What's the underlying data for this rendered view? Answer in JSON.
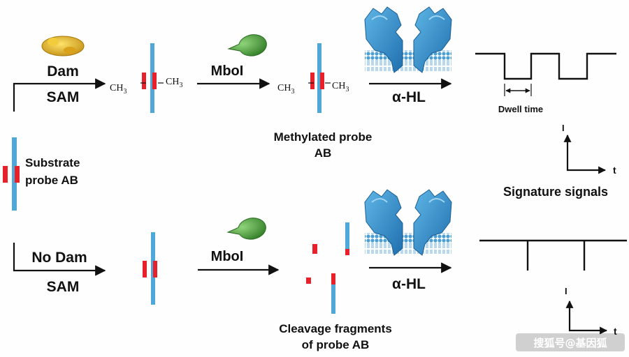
{
  "top": {
    "enzyme": "Dam",
    "cofactor": "SAM",
    "methyl_group": "CH",
    "methyl_subscript": "3",
    "restriction_enzyme": "MboI",
    "product_label_line1": "Methylated probe",
    "product_label_line2": "AB",
    "nanopore": "α-HL",
    "dwell_time": "Dwell time",
    "current_axis": "I",
    "time_axis": "t",
    "signal_title": "Signature signals"
  },
  "substrate": {
    "line1": "Substrate",
    "line2": "probe AB"
  },
  "bottom": {
    "condition": "No Dam",
    "cofactor": "SAM",
    "restriction_enzyme": "MboI",
    "fragments_line1": "Cleavage fragments",
    "fragments_line2": "of probe AB",
    "nanopore": "α-HL",
    "current_axis": "I",
    "time_axis": "t"
  },
  "watermark": "搜狐号@基因狐",
  "colors": {
    "dna_strand": "#4fa8d8",
    "site": "#e8202a",
    "protein": "#2f8fcf",
    "membrane": "#5aa9d6",
    "enzyme_dam": "#e0b020",
    "enzyme_mboi": "#4e9a3c"
  }
}
